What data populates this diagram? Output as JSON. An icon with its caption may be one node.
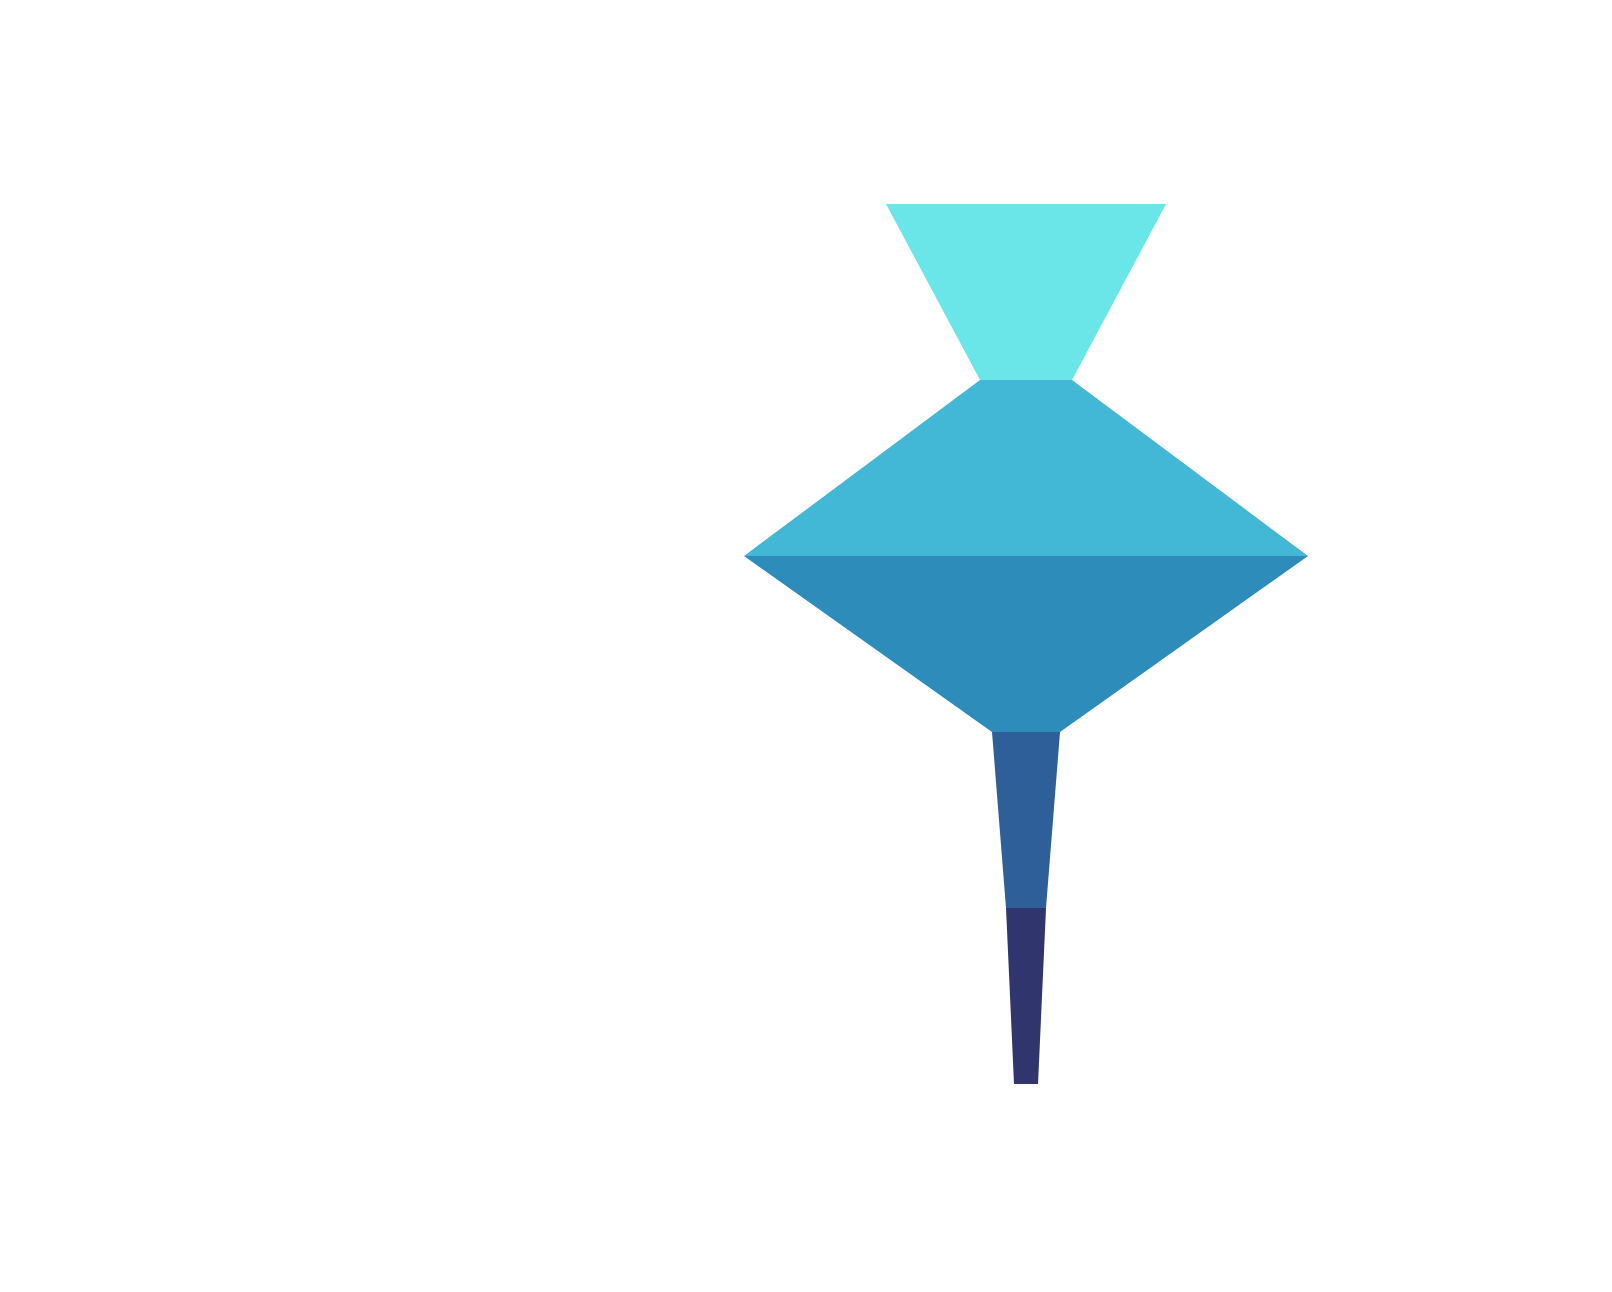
{
  "diagram": {
    "nodes": [
      {
        "text": [],
        "shape": "trapezoid"
      },
      {
        "text": [],
        "shape": "trapezoid"
      },
      {
        "text": [],
        "shape": "trapezoid"
      },
      {
        "text": [],
        "shape": "trapezoid"
      },
      {
        "text": [],
        "shape": "trapezoid"
      }
    ]
  }
}
